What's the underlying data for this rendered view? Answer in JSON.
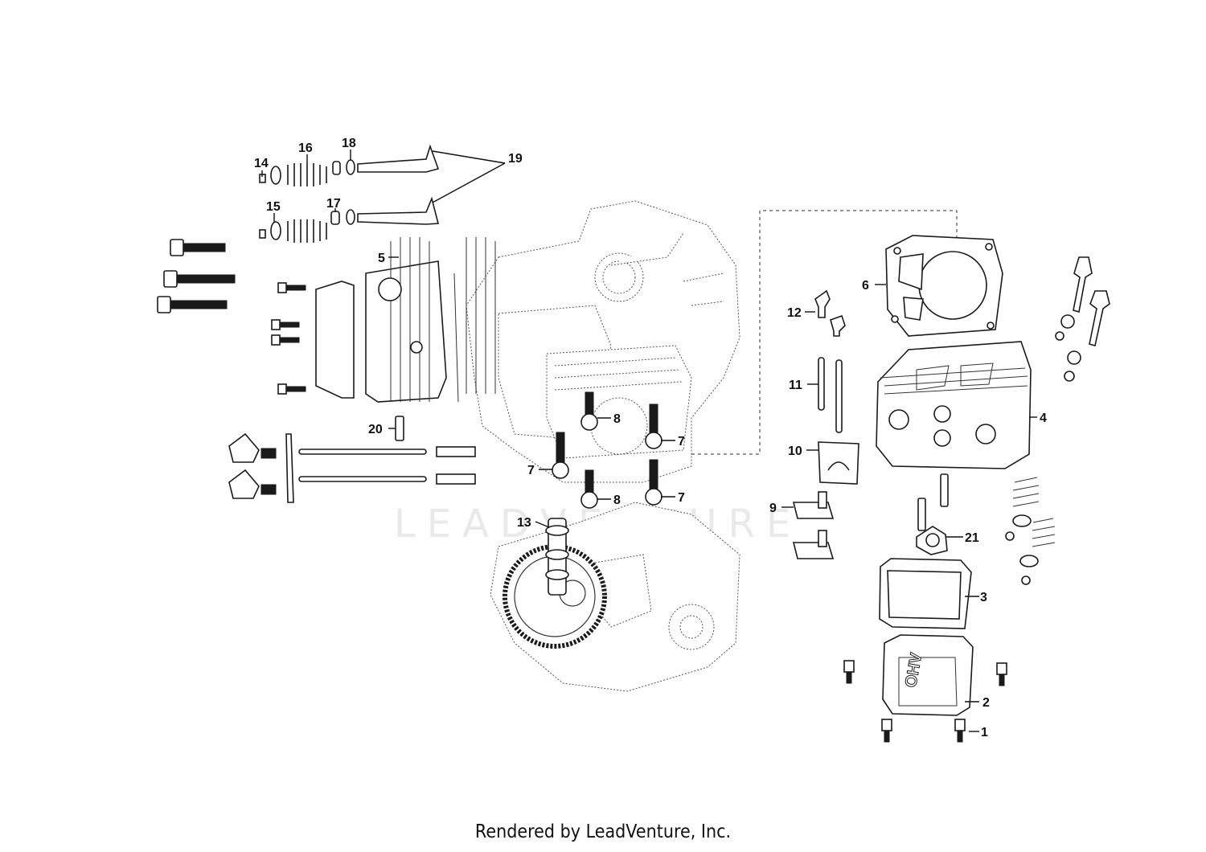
{
  "watermark": "LEADVENTURE",
  "footer": "Rendered by LeadVenture, Inc.",
  "callouts": {
    "c1": "1",
    "c2": "2",
    "c3": "3",
    "c4": "4",
    "c5": "5",
    "c6": "6",
    "c7a": "7",
    "c7b": "7",
    "c7c": "7",
    "c8a": "8",
    "c8b": "8",
    "c9": "9",
    "c10": "10",
    "c11": "11",
    "c12": "12",
    "c13": "13",
    "c14": "14",
    "c15": "15",
    "c16": "16",
    "c17": "17",
    "c18": "18",
    "c19": "19",
    "c20": "20",
    "c21": "21"
  },
  "valve_cover_lettering": "OHV"
}
